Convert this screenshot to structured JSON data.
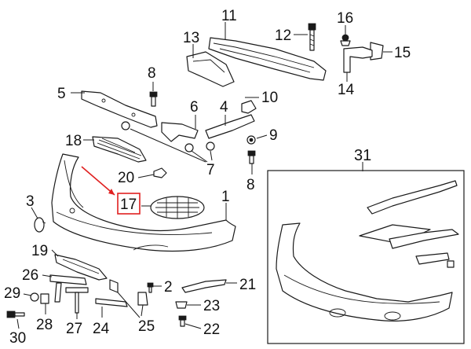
{
  "colors": {
    "line": "#1a1a1a",
    "background": "#ffffff",
    "highlight": "#e02020"
  },
  "callouts": {
    "c1": "1",
    "c2": "2",
    "c3": "3",
    "c4": "4",
    "c5": "5",
    "c6": "6",
    "c7": "7",
    "c8a": "8",
    "c8b": "8",
    "c9": "9",
    "c10": "10",
    "c11": "11",
    "c12": "12",
    "c13": "13",
    "c14": "14",
    "c15": "15",
    "c16": "16",
    "c17": "17",
    "c18": "18",
    "c19": "19",
    "c20": "20",
    "c21": "21",
    "c22": "22",
    "c23": "23",
    "c24": "24",
    "c25": "25",
    "c26": "26",
    "c27": "27",
    "c28": "28",
    "c29": "29",
    "c30": "30",
    "c31": "31"
  },
  "highlighted_callout": "17"
}
